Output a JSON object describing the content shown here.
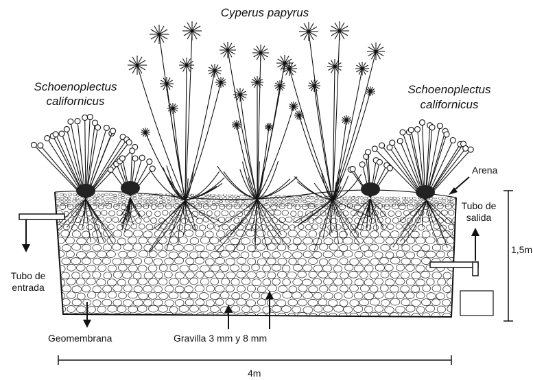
{
  "labels": {
    "species_center": "Cyperus papyrus",
    "species_side_1": "Schoenoplectus",
    "species_side_2": "californicus",
    "arena": "Arena",
    "outlet_1": "Tubo de",
    "outlet_2": "salida",
    "depth": "1,5m",
    "inlet_1": "Tubo de",
    "inlet_2": "entrada",
    "liner": "Geomembrana",
    "gravel": "Gravilla 3 mm y 8 mm",
    "length": "4m"
  },
  "colors": {
    "ink": "#111111",
    "background": "#ffffff"
  }
}
